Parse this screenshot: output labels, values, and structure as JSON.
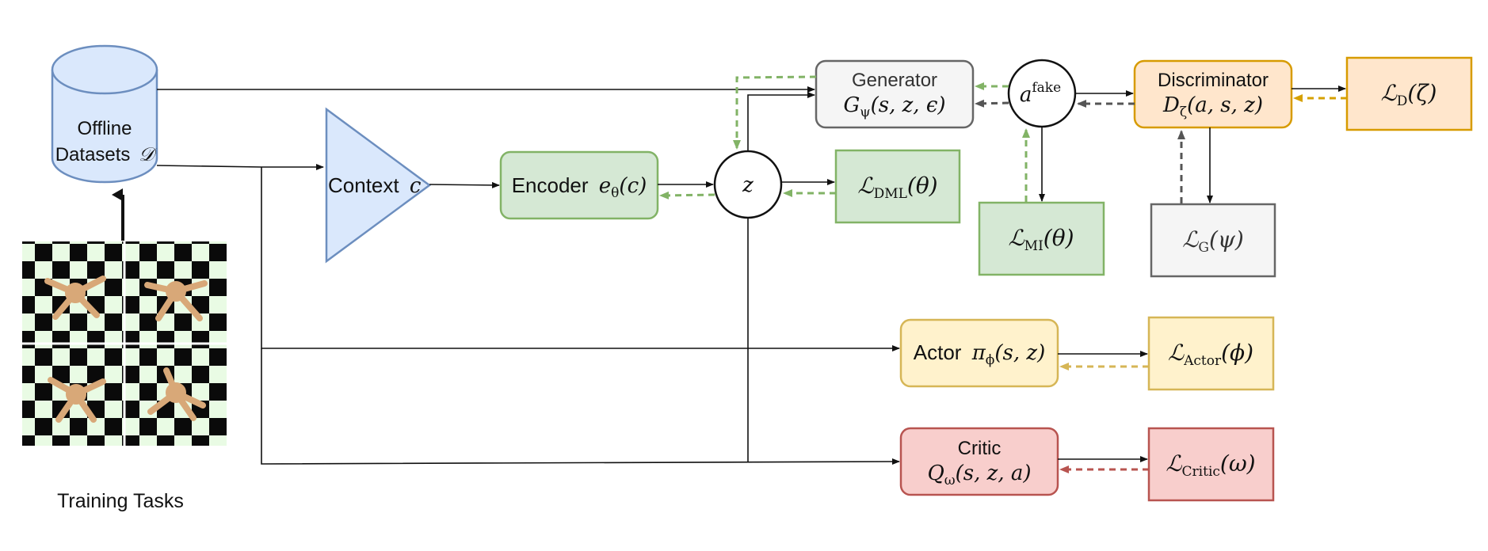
{
  "dataset": {
    "line1": "Offline",
    "line2": "Datasets",
    "symbol": "𝒟"
  },
  "tasks": {
    "label": "Training Tasks"
  },
  "context": {
    "label": "Context",
    "symbol": "c"
  },
  "encoder": {
    "label": "Encoder",
    "fn": "e",
    "sub": "θ",
    "args": "(c)"
  },
  "z_node": {
    "symbol": "z"
  },
  "loss_dml": {
    "L": "ℒ",
    "sub": "DML",
    "args": "(θ)"
  },
  "generator": {
    "label": "Generator",
    "fn": "G",
    "sub": "ψ",
    "args": "(s, z, ϵ)"
  },
  "afake": {
    "symbol": "a",
    "sup": "fake"
  },
  "loss_mi": {
    "L": "ℒ",
    "sub": "MI",
    "args": "(θ)"
  },
  "discriminator": {
    "label": "Discriminator",
    "fn": "D",
    "sub": "ζ",
    "args": "(a, s, z)"
  },
  "loss_d": {
    "L": "ℒ",
    "sub": "D",
    "args": "(ζ)"
  },
  "loss_g": {
    "L": "ℒ",
    "sub": "G",
    "args": "(ψ)"
  },
  "actor": {
    "label": "Actor",
    "fn": "π",
    "sub": "ϕ",
    "args": "(s, z)"
  },
  "loss_actor": {
    "L": "ℒ",
    "sub": "Actor",
    "args": "(ϕ)"
  },
  "critic": {
    "label": "Critic",
    "fn": "Q",
    "sub": "ω",
    "args": "(s, z, a)"
  },
  "loss_critic": {
    "L": "ℒ",
    "sub": "Critic",
    "args": "(ω)"
  },
  "colors": {
    "blue_fill": "#dae8fc",
    "blue_stroke": "#6c8ebf",
    "green_fill": "#d5e8d4",
    "green_stroke": "#82b366",
    "gray_fill": "#f5f5f5",
    "gray_stroke": "#666666",
    "orange_fill": "#ffe6cc",
    "orange_stroke": "#d79b00",
    "yellow_fill": "#fff2cc",
    "yellow_stroke": "#d6b656",
    "red_fill": "#f8cecc",
    "red_stroke": "#b85450"
  }
}
